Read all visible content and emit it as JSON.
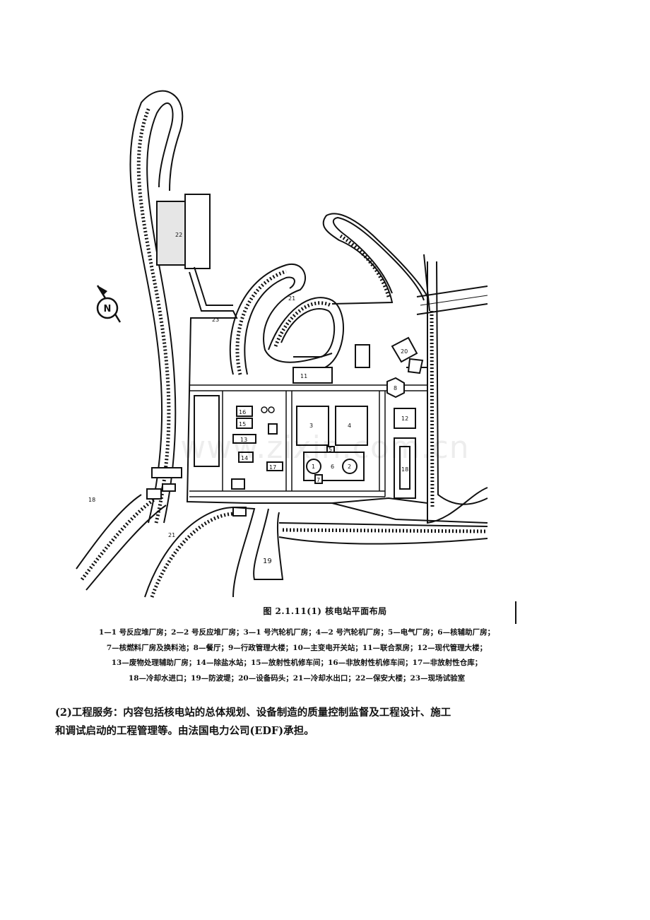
{
  "figure": {
    "caption_title": "图 2.1.11(1)   核电站平面布局",
    "north_label": "N",
    "labels": {
      "l1": "1",
      "l2": "2",
      "l3": "3",
      "l4": "4",
      "l5": "5",
      "l6": "6",
      "l7": "7",
      "l8": "8",
      "l11": "11",
      "l12": "12",
      "l13": "13",
      "l14": "14",
      "l15": "15",
      "l16": "16",
      "l17": "17",
      "l18": "18",
      "l19": "19",
      "l20": "20",
      "l21": "21",
      "l22": "22",
      "l23": "23"
    },
    "legend_lines": [
      "1—1 号反应堆厂房；2—2 号反应堆厂房；3—1 号汽轮机厂房；4—2 号汽轮机厂房；5—电气厂房；6—核辅助厂房；",
      "7—核燃料厂房及换料池；8—餐厅；9—行政管理大楼；10—主变电开关站；11—联合泵房；12—现代管理大楼；",
      "13—废物处理辅助厂房；14—除盐水站；15—放射性机修车间；16—非放射性机修车间；17—非放射性仓库；",
      "18—冷却水进口；19—防波堤；20—设备码头；21—冷却水出口；22—保安大楼；23—现场试验室"
    ]
  },
  "paragraph": {
    "line1": "(2)工程服务：内容包括核电站的总体规划、设备制造的质量控制监督及工程设计、施工",
    "line2": "和调试启动的工程管理等。由法国电力公司(EDF)承担。"
  },
  "watermark": "www.zixin.com.cn"
}
